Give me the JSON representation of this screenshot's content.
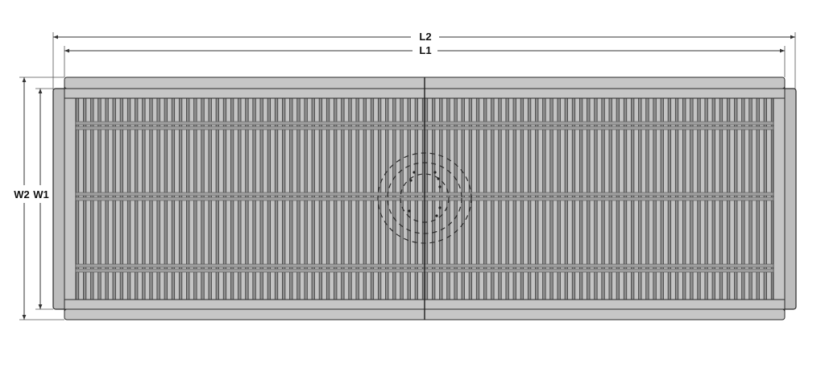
{
  "dimensions": {
    "l2": "L2",
    "l1": "L1",
    "w2": "W2",
    "w1": "W1"
  },
  "colors": {
    "frame": "#bdbdbd",
    "bar": "#c4c4c4",
    "background": "#ffffff"
  }
}
